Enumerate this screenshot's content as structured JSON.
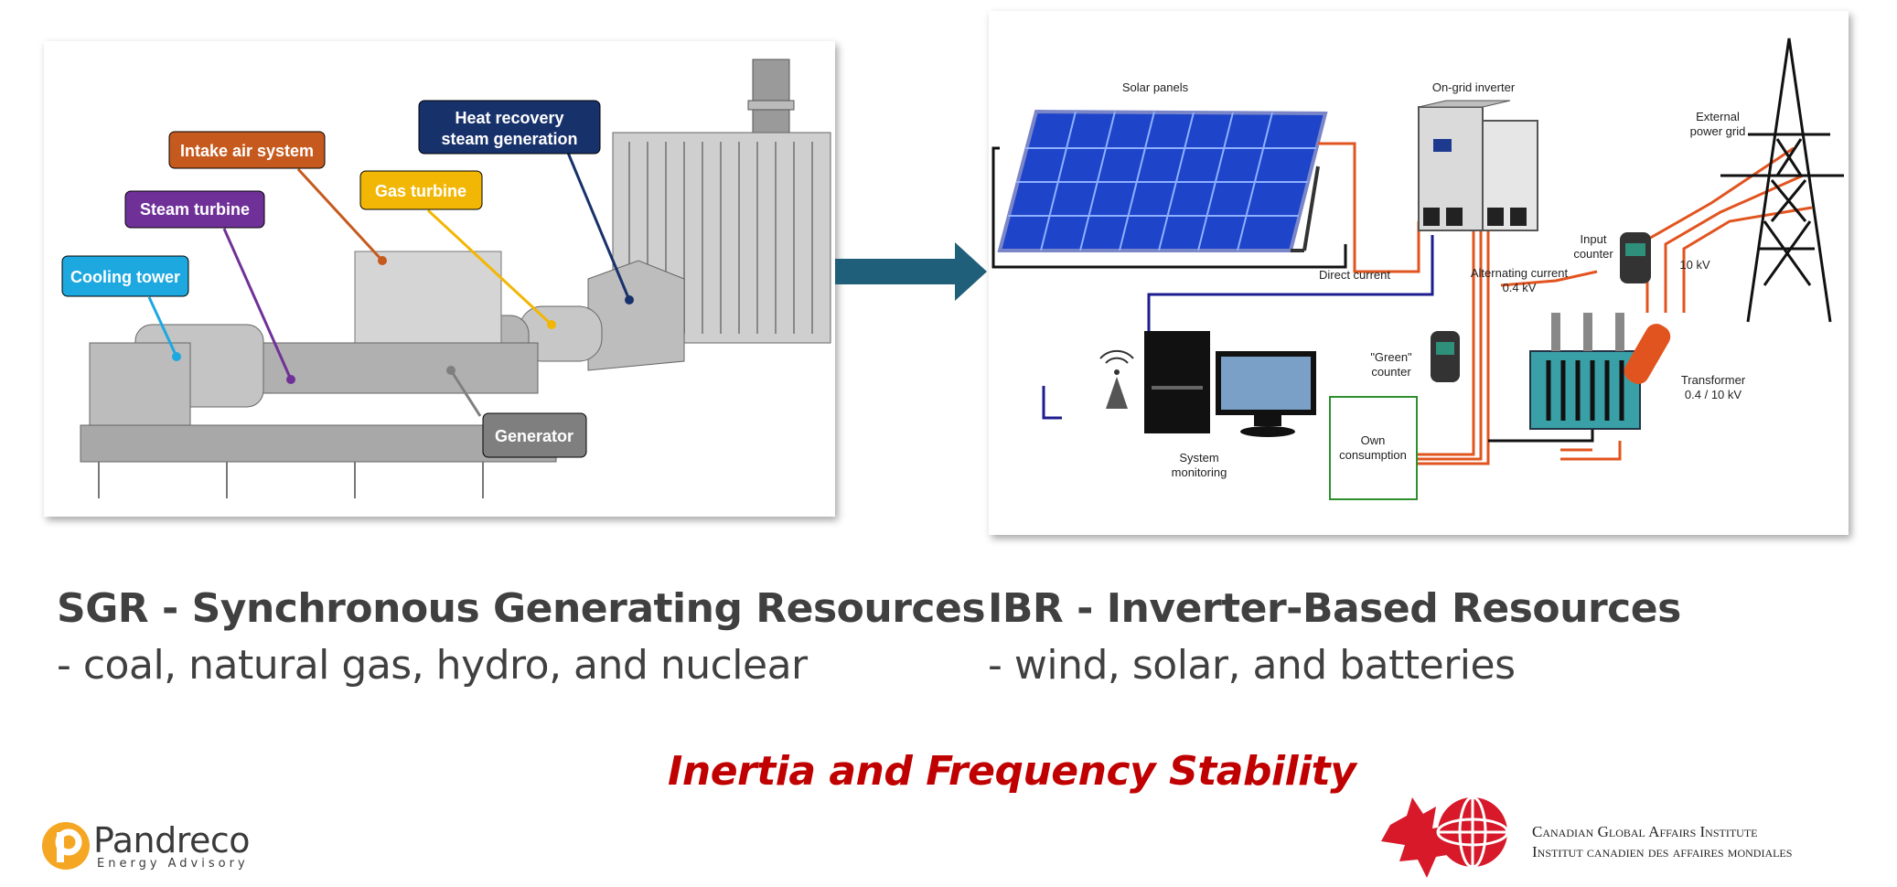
{
  "sgr_diagram": {
    "labels": {
      "heat_recovery_1": "Heat recovery",
      "heat_recovery_2": "steam generation",
      "intake_air": "Intake air system",
      "gas_turbine": "Gas turbine",
      "steam_turbine": "Steam turbine",
      "cooling_tower": "Cooling tower",
      "generator": "Generator"
    },
    "colors": {
      "heat_recovery": "#17316b",
      "intake_air": "#c65a1e",
      "gas_turbine": "#f2b705",
      "steam_turbine": "#6f3198",
      "cooling_tower": "#1da8e0",
      "generator": "#7f7f7f"
    }
  },
  "ibr_diagram": {
    "labels": {
      "solar_panels": "Solar panels",
      "on_grid_inverter": "On-grid inverter",
      "external_grid_1": "External",
      "external_grid_2": "power grid",
      "input_counter_1": "Input",
      "input_counter_2": "counter",
      "kv10": "10 kV",
      "direct_current": "Direct current",
      "alternating_current_1": "Alternating current",
      "alternating_current_2": "0.4 kV",
      "green_counter_1": "\"Green\"",
      "green_counter_2": "counter",
      "transformer_1": "Transformer",
      "transformer_2": "0.4 / 10 kV",
      "own_consumption_1": "Own",
      "own_consumption_2": "consumption",
      "system_monitoring_1": "System",
      "system_monitoring_2": "monitoring"
    }
  },
  "sgr": {
    "heading": "SGR - Synchronous Generating Resources",
    "examples": "- coal, natural gas, hydro, and nuclear"
  },
  "ibr": {
    "heading": "IBR - Inverter-Based Resources",
    "examples": "- wind, solar, and batteries"
  },
  "footer": {
    "title": "Inertia and Frequency Stability"
  },
  "logos": {
    "pandreco_name": "Pandreco",
    "pandreco_tagline": "Energy Advisory",
    "cgai_line1": "Canadian Global Affairs Institute",
    "cgai_line2": "Institut canadien des affaires mondiales"
  },
  "colors": {
    "arrow": "#1f5f7a",
    "title_red": "#c00000",
    "text_gray": "#404040",
    "pandreco_orange": "#f5a623",
    "cgai_red": "#d7192a"
  }
}
